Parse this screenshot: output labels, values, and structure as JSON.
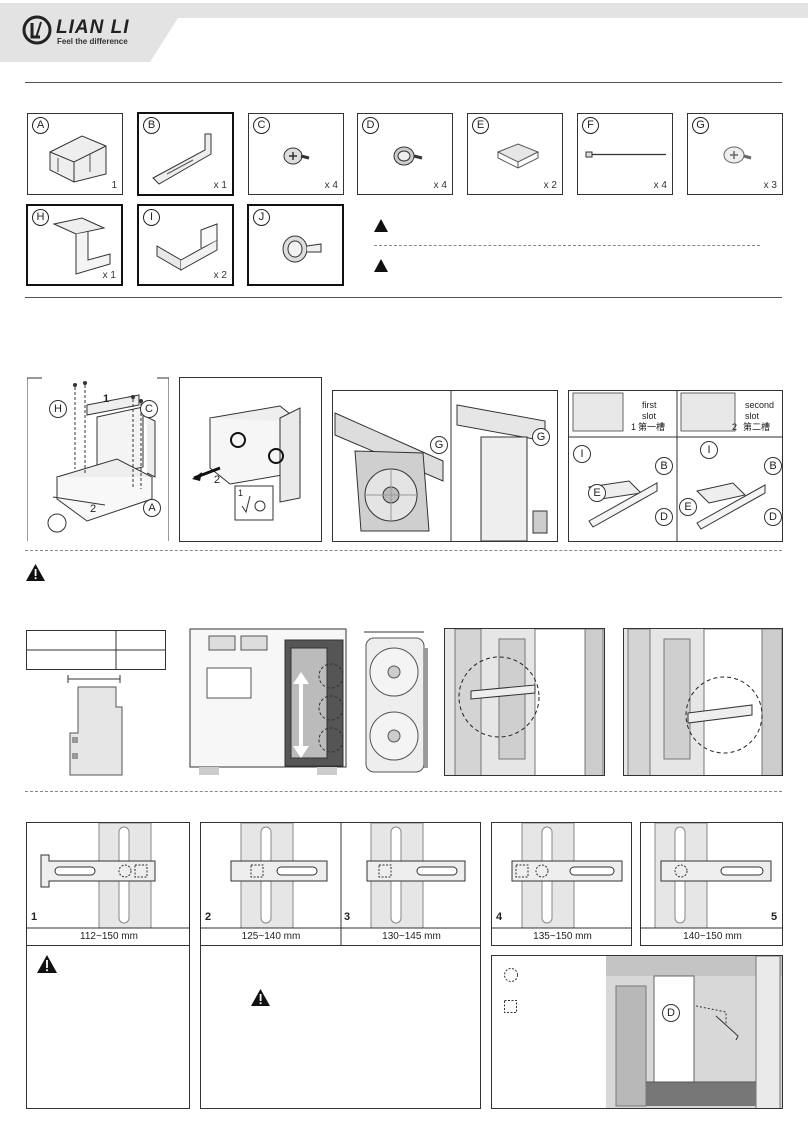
{
  "brand": {
    "name": "LIAN LI",
    "tagline": "Feel the difference"
  },
  "parts": [
    {
      "letter": "A",
      "qty": "1"
    },
    {
      "letter": "B",
      "qty": "x 1"
    },
    {
      "letter": "C",
      "qty": "x 4"
    },
    {
      "letter": "D",
      "qty": "x 4"
    },
    {
      "letter": "E",
      "qty": "x 2"
    },
    {
      "letter": "F",
      "qty": "x 4"
    },
    {
      "letter": "G",
      "qty": "x 3"
    },
    {
      "letter": "H",
      "qty": "x 1"
    },
    {
      "letter": "I",
      "qty": "x 2"
    },
    {
      "letter": "J",
      "qty": ""
    }
  ],
  "assembly": {
    "step1_number": "1",
    "step2_arrow": "2",
    "step2_arrow_b": "2",
    "step2_sub": "1",
    "callouts": {
      "h": "H",
      "c": "C",
      "a": "A",
      "g1": "G",
      "g2": "G",
      "i1": "I",
      "b1": "B",
      "e1": "E",
      "d1": "D",
      "i2": "I",
      "b2": "B",
      "e2": "E",
      "d2": "D"
    },
    "slot_first": {
      "en1": "first",
      "en2": "slot",
      "num": "1",
      "zh": "第一槽"
    },
    "slot_second": {
      "en1": "second",
      "en2": "slot",
      "num": "2",
      "zh": "第二槽"
    }
  },
  "positions": [
    {
      "num": "1",
      "range": "112~150  mm"
    },
    {
      "num": "2",
      "range": "125~140 mm"
    },
    {
      "num": "3",
      "range": "130~145 mm"
    },
    {
      "num": "4",
      "range": "135~150 mm"
    },
    {
      "num": "5",
      "range": "140~150 mm"
    }
  ],
  "legend_callout": "D",
  "colors": {
    "line": "#333333",
    "fill": "#e6e6e6",
    "dark": "#111111",
    "header_band": "#e3e3e3"
  }
}
